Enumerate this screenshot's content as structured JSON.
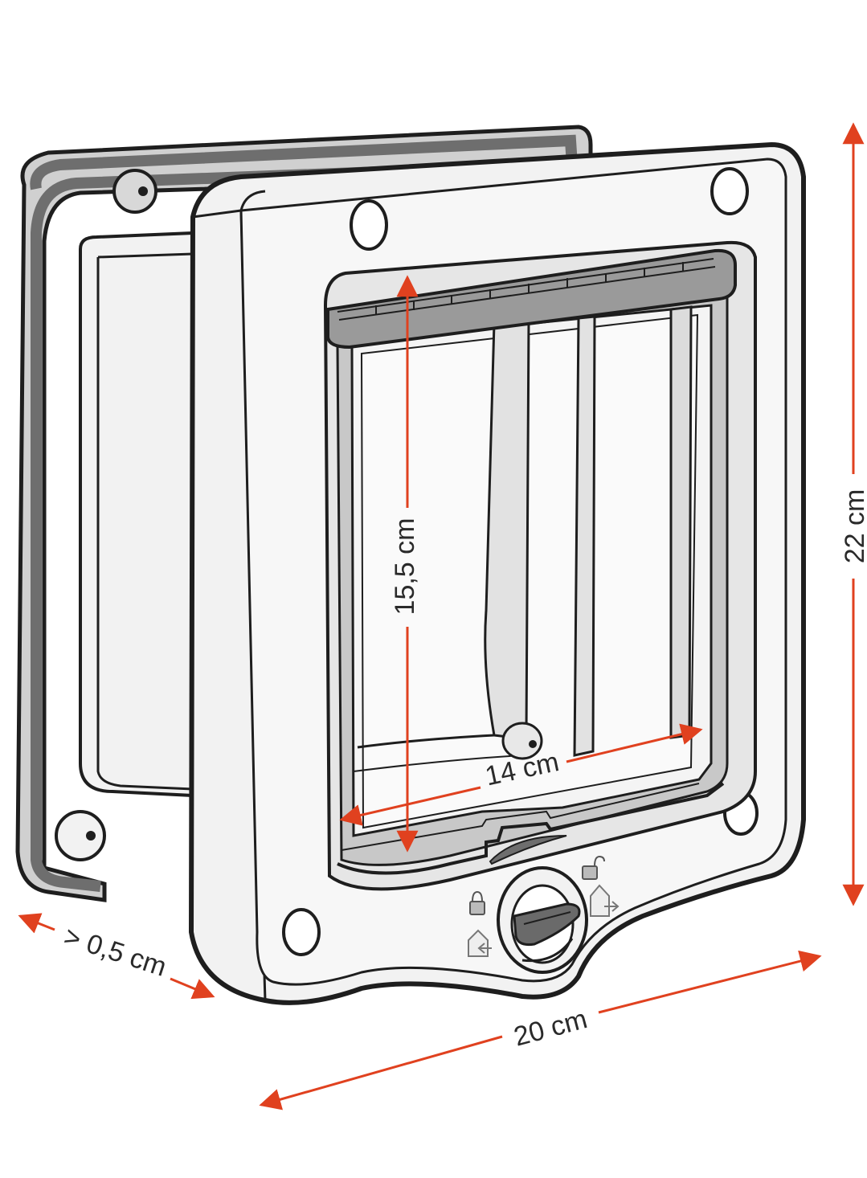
{
  "dimensions": {
    "height_total": "22 cm",
    "width_total": "20 cm",
    "depth": "> 0,5 cm",
    "opening_height": "15,5 cm",
    "opening_width": "14 cm"
  },
  "colors": {
    "outline": "#1e1e1e",
    "frame_fill": "#f2f2f2",
    "flap_grey": "#9a9a9a",
    "frame_grey": "#c8c8c8",
    "dimension_line": "#e0411f"
  },
  "icons": [
    "lock-icon",
    "unlock-icon",
    "entry-arrow-icon",
    "exit-arrow-icon",
    "rotary-lock-knob-icon",
    "screw-hole-icon"
  ]
}
